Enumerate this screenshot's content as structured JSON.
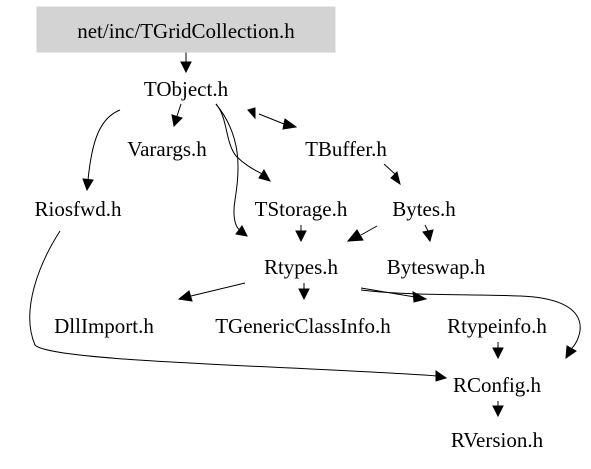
{
  "graph": {
    "nodes": [
      {
        "id": "root",
        "label": "net/inc/TGridCollection.h",
        "highlight": true
      },
      {
        "id": "tobject",
        "label": "TObject.h"
      },
      {
        "id": "varargs",
        "label": "Varargs.h"
      },
      {
        "id": "tbuffer",
        "label": "TBuffer.h"
      },
      {
        "id": "riosfwd",
        "label": "Riosfwd.h"
      },
      {
        "id": "tstorage",
        "label": "TStorage.h"
      },
      {
        "id": "bytes",
        "label": "Bytes.h"
      },
      {
        "id": "rtypes",
        "label": "Rtypes.h"
      },
      {
        "id": "byteswap",
        "label": "Byteswap.h"
      },
      {
        "id": "dllimport",
        "label": "DllImport.h"
      },
      {
        "id": "tgenericclassinfo",
        "label": "TGenericClassInfo.h"
      },
      {
        "id": "rtypeinfo",
        "label": "Rtypeinfo.h"
      },
      {
        "id": "rconfig",
        "label": "RConfig.h"
      },
      {
        "id": "rversion",
        "label": "RVersion.h"
      }
    ],
    "edges": [
      {
        "from": "root",
        "to": "tobject"
      },
      {
        "from": "tobject",
        "to": "varargs"
      },
      {
        "from": "tobject",
        "to": "riosfwd"
      },
      {
        "from": "tobject",
        "to": "tbuffer",
        "bidirectional": true
      },
      {
        "from": "tobject",
        "to": "tstorage"
      },
      {
        "from": "tobject",
        "to": "rtypes"
      },
      {
        "from": "tbuffer",
        "to": "bytes"
      },
      {
        "from": "tstorage",
        "to": "rtypes"
      },
      {
        "from": "bytes",
        "to": "rtypes"
      },
      {
        "from": "bytes",
        "to": "byteswap"
      },
      {
        "from": "rtypes",
        "to": "dllimport"
      },
      {
        "from": "rtypes",
        "to": "tgenericclassinfo"
      },
      {
        "from": "rtypes",
        "to": "rtypeinfo"
      },
      {
        "from": "rtypes",
        "to": "rconfig"
      },
      {
        "from": "riosfwd",
        "to": "rconfig"
      },
      {
        "from": "rtypeinfo",
        "to": "rconfig"
      },
      {
        "from": "rconfig",
        "to": "rversion"
      }
    ]
  },
  "colors": {
    "root_fill": "#d3d3d3",
    "edge": "#000000",
    "text": "#000000",
    "background": "#ffffff"
  }
}
